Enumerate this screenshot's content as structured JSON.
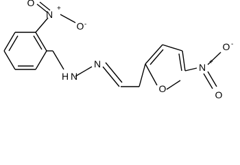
{
  "molecule": {
    "atoms": {
      "nitro_left": {
        "n": "N",
        "n_charge": "+",
        "o_single": "O",
        "o_single_charge": "-",
        "o_double": "O"
      },
      "hydrazone": {
        "nh_n": "N",
        "nh_h": "H",
        "n_double": "N"
      },
      "furan_oxygen": {
        "o": "O"
      },
      "nitro_right": {
        "n": "N",
        "n_charge": "+",
        "o_single": "O",
        "o_single_charge": "-",
        "o_double": "O"
      }
    }
  }
}
